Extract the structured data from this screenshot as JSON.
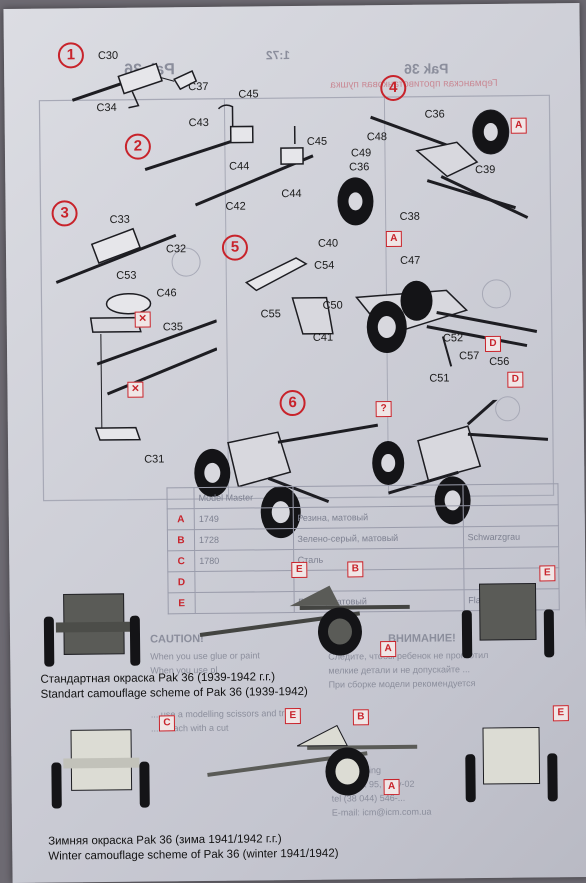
{
  "header": {
    "title_mirror": "Pak 36",
    "subtitle_mirror": "Германская противотанковая пушка",
    "scale_mirror": "1:72"
  },
  "steps": [
    {
      "number": "1"
    },
    {
      "number": "2"
    },
    {
      "number": "3"
    },
    {
      "number": "4"
    },
    {
      "number": "5"
    },
    {
      "number": "6"
    }
  ],
  "parts": {
    "c30": "C30",
    "c37": "C37",
    "c34": "C34",
    "c45a": "C45",
    "c43": "C43",
    "c44a": "C44",
    "c45b": "C45",
    "c44b": "C44",
    "c42": "C42",
    "c36a": "C36",
    "c48": "C48",
    "c49": "C49",
    "c36b": "C36",
    "c39": "C39",
    "c38": "C38",
    "c33": "C33",
    "c32": "C32",
    "c53": "C53",
    "c46": "C46",
    "c35": "C35",
    "c31": "C31",
    "c40": "C40",
    "c47": "C47",
    "c54": "C54",
    "c55": "C55",
    "c50": "C50",
    "c41": "C41",
    "c52": "C52",
    "c57": "C57",
    "c56": "C56",
    "c51": "C51"
  },
  "color_refs": {
    "a4": "A",
    "a4b": "A",
    "d1": "D",
    "d2": "D",
    "question": "?",
    "ebrown": "E",
    "bbrown": "B",
    "abrown": "A",
    "ebrown_right": "E",
    "cwinter": "C",
    "ewinter": "E",
    "bwinter": "B",
    "awinter": "A",
    "ewinter_right": "E"
  },
  "color_table": {
    "header": "Model Master",
    "rows": [
      {
        "letter": "A",
        "code": "1749",
        "desc": "Резина, матовый",
        "desc2": ""
      },
      {
        "letter": "B",
        "code": "1728",
        "desc": "Зелено-серый, матовый",
        "desc2": "Schwarzgrau"
      },
      {
        "letter": "C",
        "code": "1780",
        "desc": "Сталь",
        "desc2": ""
      },
      {
        "letter": "D",
        "code": "",
        "desc": "",
        "desc2": ""
      },
      {
        "letter": "E",
        "code": "",
        "desc": "Белый, матовый",
        "desc2": "Flat White"
      }
    ]
  },
  "background_ghost_text": {
    "caution": "CAUTION!",
    "attention": "ВНИМАНИЕ!",
    "caution_l1": "When you use glue or paint",
    "caution_l2": "When you use pl",
    "caution_l3": "... use a modelling scissors and trim",
    "caution_l4": "... detach with a cut",
    "warn_l1": "Следите, чтобы ребенок не проглотил",
    "warn_l2": "мелкие детали и не допускайте ...",
    "warn_l3": "При сборке модели рекомендуется",
    "address_l1": "ICM Holding",
    "address_l2": "P.O. Box 95, Kiev-02",
    "address_l3": "tel (38 044) 546-...",
    "address_l4": "E-mail: icm@icm.com.ua"
  },
  "captions": {
    "summer_ru": "Стандартная окраска Pak 36 (1939-1942 г.г.)",
    "summer_en": "Standart camouflage scheme of Pak 36 (1939-1942)",
    "winter_ru": "Зимняя окраска Pak 36 (зима 1941/1942 г.г.)",
    "winter_en": "Winter camouflage scheme of Pak 36 (winter 1941/1942)"
  },
  "colors": {
    "accent_red": "#c8232b",
    "paper": "#d4d5dc",
    "line_art": "#1d1d22",
    "summer_gray": "#5a5b57",
    "winter_white": "#dcdcd4"
  }
}
